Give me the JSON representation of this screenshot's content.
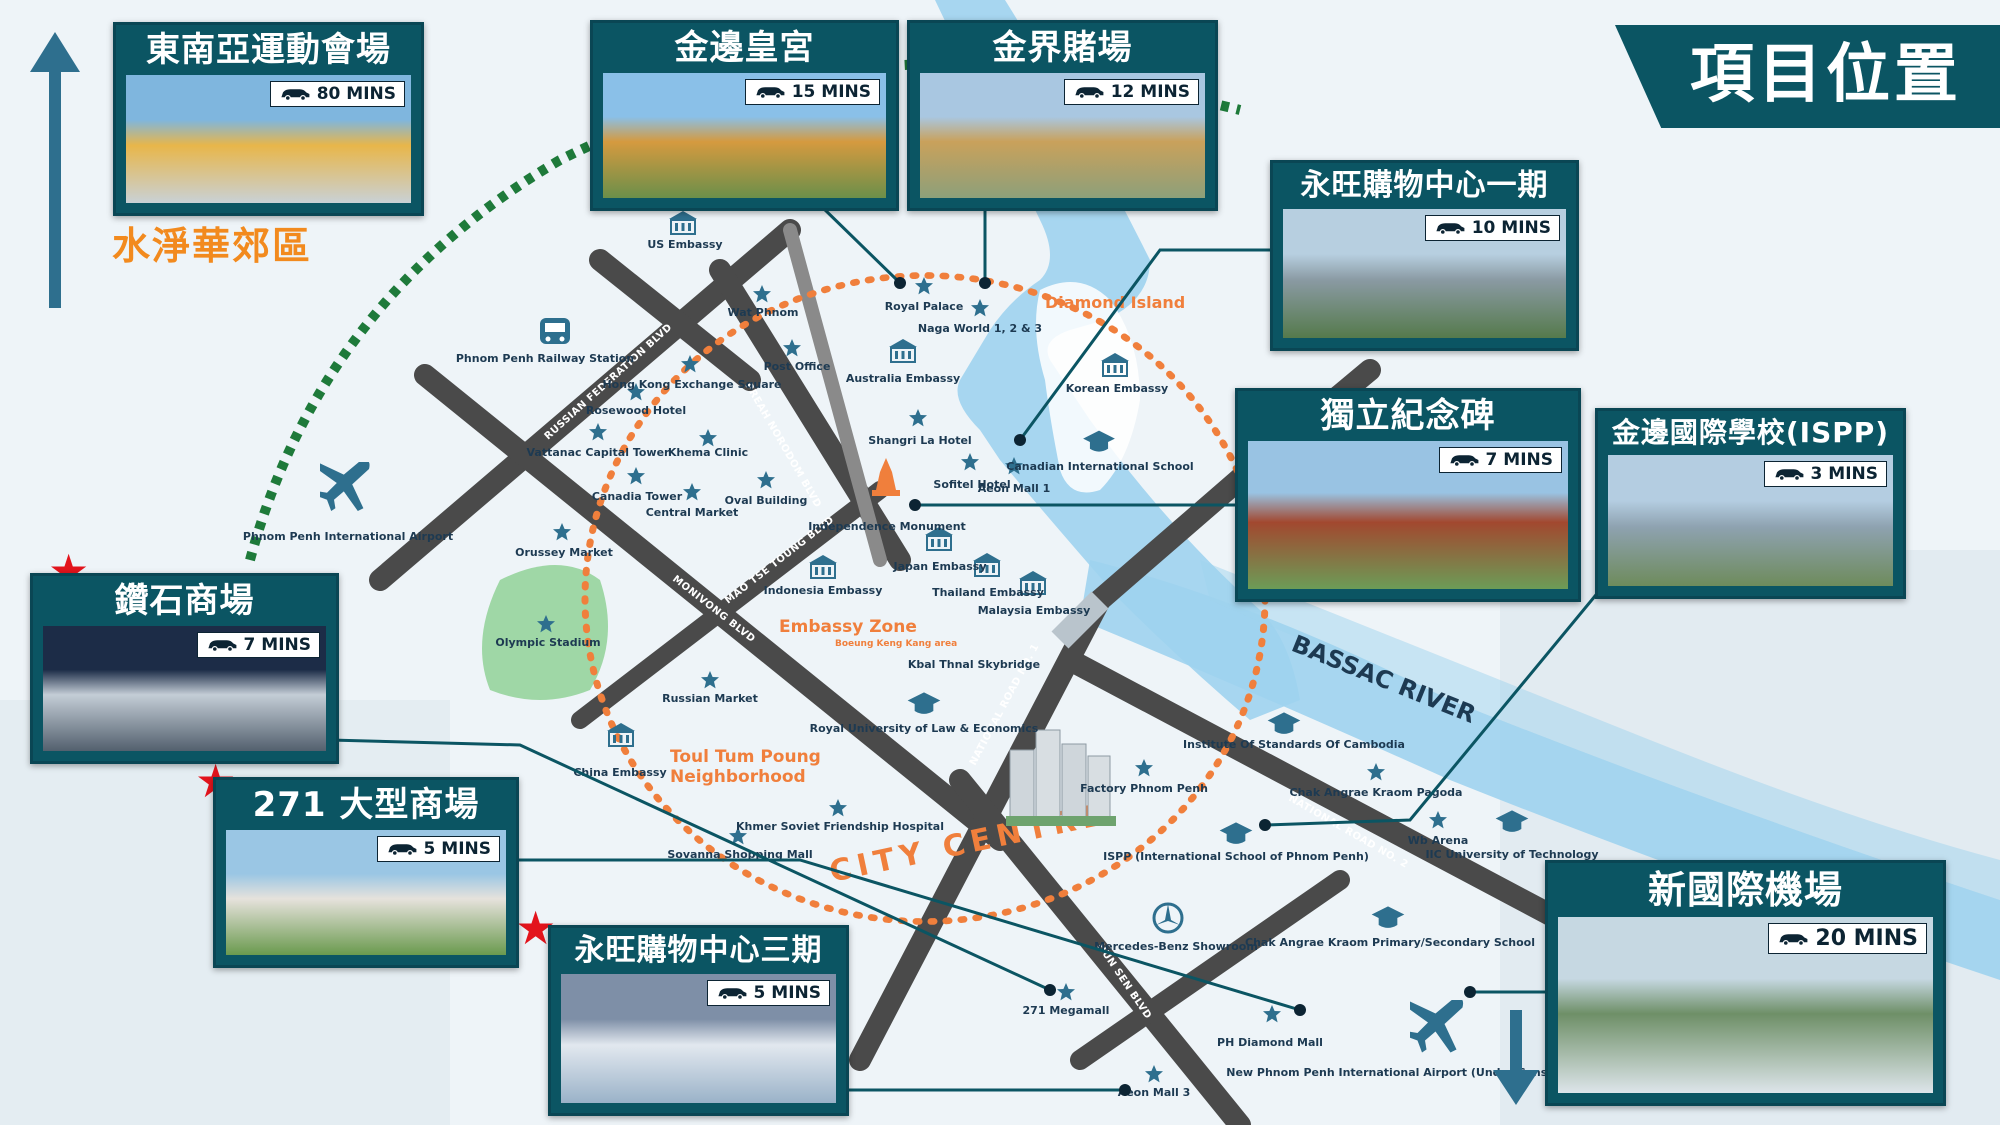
{
  "header": {
    "title": "項目位置",
    "suburb_label": "水淨華郊區"
  },
  "colors": {
    "teal": "#0b5563",
    "river": "#9fd3ee",
    "road": "#4a4a4a",
    "orange": "#f07f3c",
    "green": "#1e7a3a"
  },
  "roads": {
    "russian": "RUSSIAN FEDERATION BLVD",
    "norodom": "PREAH NORODOM BLVD",
    "monivong": "MONIVONG BLVD",
    "maotsetung": "MAO TSE TOUNG BLVD",
    "nr1": "NATIONAL ROAD NO. 1",
    "nr2": "NATIONAL ROAD NO. 2",
    "hunsen": "HUN SEN BLVD"
  },
  "areas": {
    "river": "BASSAC RIVER",
    "diamond_island": "Diamond Island",
    "embassy_zone": "Embassy Zone",
    "embassy_zone_sub": "Boeung Keng Kang area",
    "toul_tum_poung": "Toul Tum Poung",
    "neighborhood": "Neighborhood",
    "city_centre": "CITY CENTRE"
  },
  "poi": {
    "us_embassy": "US Embassy",
    "wat_phnom": "Wat Phnom",
    "royal_palace": "Royal Palace",
    "naga": "Naga World 1, 2 & 3",
    "railway": "Phnom Penh Railway Station",
    "post_office": "Post Office",
    "hongkong": "Hong Kong Exchange Square",
    "rosewood": "Rosewood Hotel",
    "australia": "Australia Embassy",
    "korean": "Korean Embassy",
    "vattanac": "Vattanac Capital Tower",
    "khema": "Khema Clinic",
    "shangrila": "Shangri La Hotel",
    "canadian_school": "Canadian International School",
    "canadia": "Canadia Tower",
    "central_market": "Central Market",
    "oval": "Oval Building",
    "sofitel": "Sofitel Hotel",
    "aeon1": "Aeon Mall 1",
    "independence": "Independence Monument",
    "old_airport": "Phnom Penh International Airport",
    "orussey": "Orussey Market",
    "japan": "Japan Embassy",
    "thailand": "Thailand Embassy",
    "malaysia": "Malaysia Embassy",
    "indonesia": "Indonesia Embassy",
    "olympic": "Olympic Stadium",
    "kbal": "Kbal Thnal Skybridge",
    "russian_market": "Russian Market",
    "rule": "Royal University of Law & Economics",
    "china": "China Embassy",
    "institute": "Institute Of Standards Of Cambodia",
    "chak1": "Chak Angrae Kraom Pagoda",
    "factory": "Factory Phnom Penh",
    "khmer_soviet": "Khmer Soviet Friendship Hospital",
    "wb_arena": "Wb Arena",
    "iic": "IIC University of Technology",
    "sovanna": "Sovanna Shopping Mall",
    "ispp": "ISPP (International School of Phnom Penh)",
    "mercedes": "Mercedes-Benz Showroom",
    "chak2": "Chak Angrae Kraom Primary/Secondary School",
    "megamall": "271 Megamall",
    "ph_diamond": "PH Diamond Mall",
    "aeon3": "Aeon Mall 3",
    "new_airport": "New Phnom Penh International Airport (Under Construction)"
  },
  "cards": {
    "stadium": {
      "title": "東南亞運動會場",
      "time": "80 MINS"
    },
    "palace": {
      "title": "金邊皇宮",
      "time": "15 MINS"
    },
    "casino": {
      "title": "金界賭場",
      "time": "12 MINS"
    },
    "aeon1": {
      "title": "永旺購物中心一期",
      "time": "10 MINS"
    },
    "monument": {
      "title": "獨立紀念碑",
      "time": "7 MINS"
    },
    "ispp": {
      "title": "金邊國際學校(ISPP)",
      "time": "3 MINS"
    },
    "diamond_mall": {
      "title": "鑽石商場",
      "time": "7 MINS"
    },
    "mall271": {
      "title": "271 大型商場",
      "time": "5 MINS"
    },
    "aeon3": {
      "title": "永旺購物中心三期",
      "time": "5 MINS"
    },
    "airport": {
      "title": "新國際機場",
      "time": "20 MINS"
    }
  }
}
